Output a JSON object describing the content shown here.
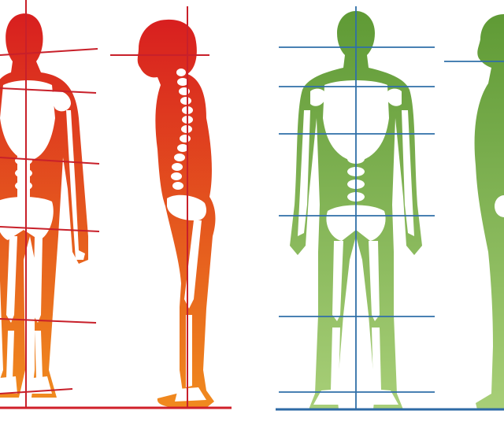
{
  "colors": {
    "bad_top": "#d81f1f",
    "bad_bottom": "#f08a1e",
    "bad_line": "#c8202a",
    "good_top": "#5f9a35",
    "good_bottom": "#a8cf78",
    "good_line": "#2f6fa8",
    "bone": "#ffffff",
    "ground_bad": "#d0202a",
    "ground_good": "#2d6aa5"
  },
  "panels": [
    {
      "id": "poor-posture",
      "figures": [
        "front-view",
        "side-view"
      ],
      "posture": "misaligned"
    },
    {
      "id": "good-posture",
      "figures": [
        "front-view",
        "side-view"
      ],
      "posture": "aligned"
    }
  ]
}
